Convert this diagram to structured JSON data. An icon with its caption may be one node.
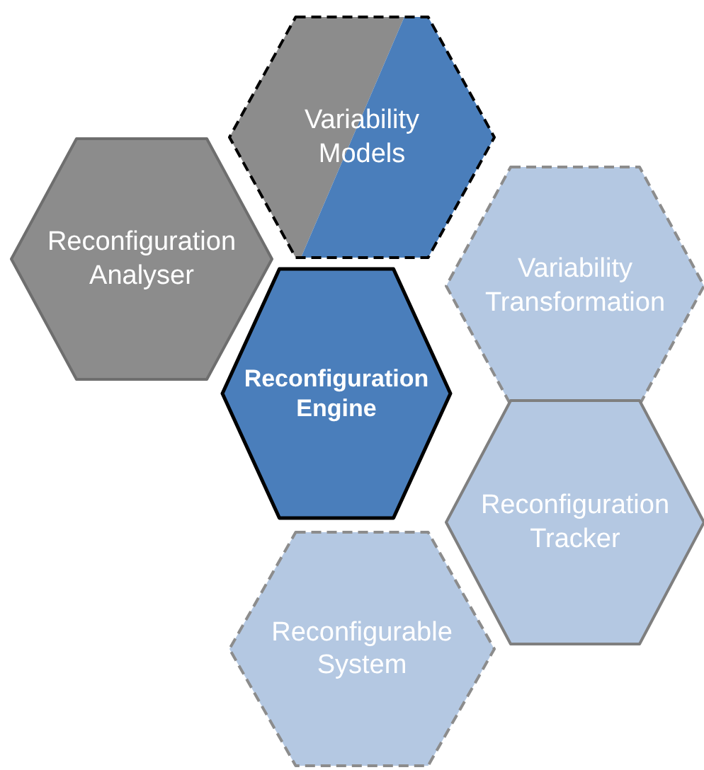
{
  "diagram": {
    "nodes": [
      {
        "text": [
          "Variability Models"
        ]
      },
      {
        "text": [
          "Reconfiguration Analyser"
        ]
      },
      {
        "text": [
          "Variability Transformation"
        ]
      },
      {
        "text": [
          "Reconfiguration Engine"
        ]
      },
      {
        "text": [
          "Reconfiguration Tracker"
        ]
      },
      {
        "text": [
          "Reconfigurable System"
        ]
      }
    ]
  }
}
